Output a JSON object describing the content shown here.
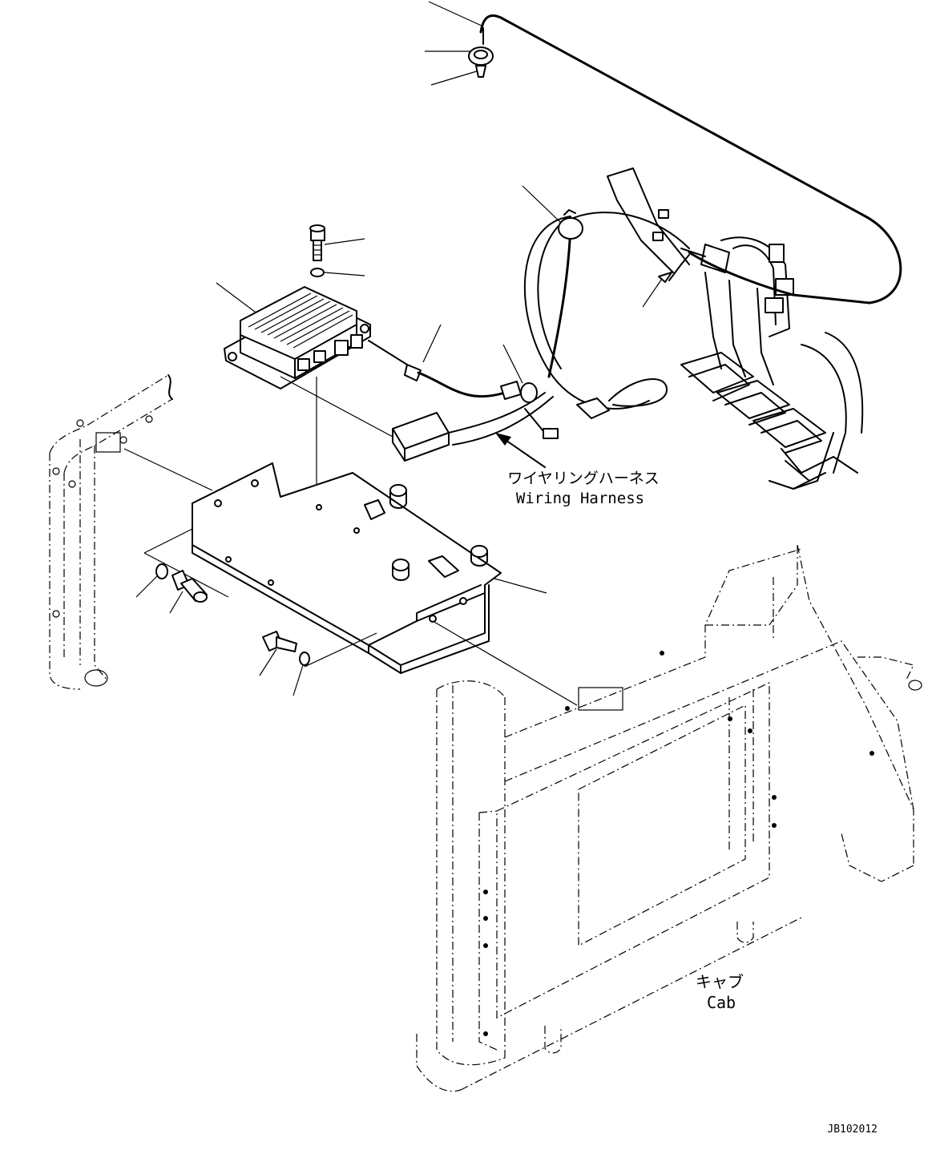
{
  "labels": {
    "harness_jp": "ワイヤリングハーネス",
    "harness_en": "Wiring Harness",
    "cab_jp": "キャブ",
    "cab_en": "Cab",
    "drawing_code": "JB102012"
  }
}
